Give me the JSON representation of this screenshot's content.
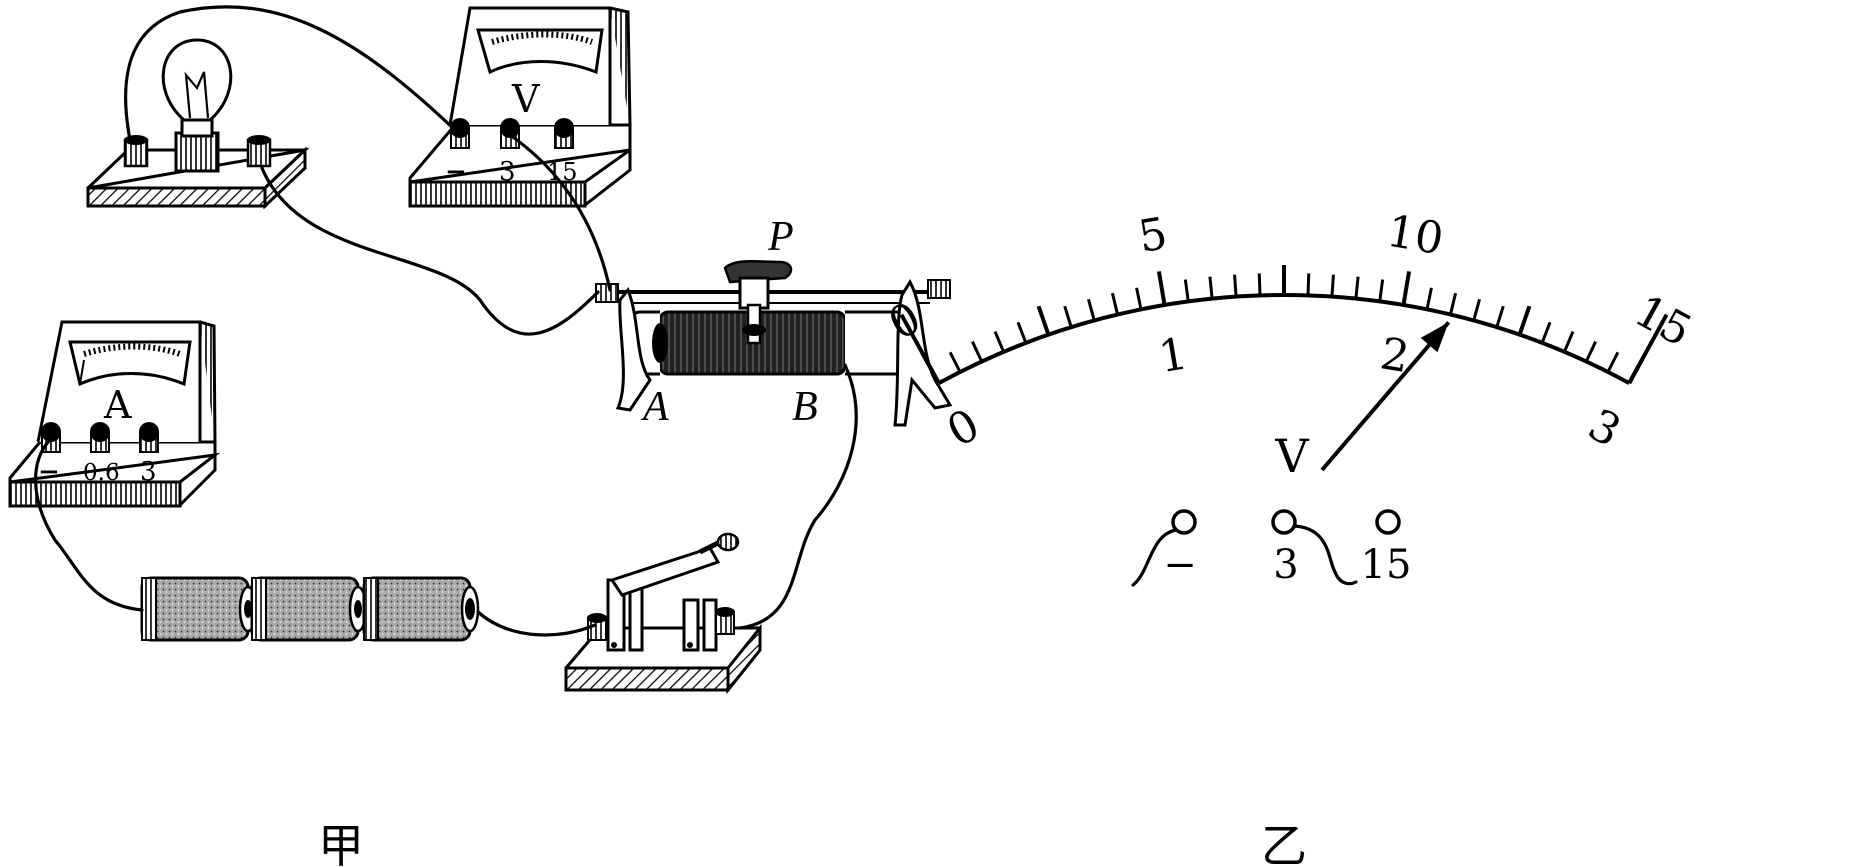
{
  "figure_jia": {
    "caption": "甲",
    "voltmeter": {
      "symbol": "V",
      "terminals": [
        "−",
        "3",
        "15"
      ]
    },
    "ammeter": {
      "symbol": "A",
      "terminals": [
        "−",
        "0.6",
        "3"
      ]
    },
    "rheostat": {
      "slider_label": "P",
      "end_a_label": "A",
      "end_b_label": "B"
    }
  },
  "figure_yi": {
    "caption": "乙",
    "meter_symbol": "V",
    "outer_scale_labels": [
      "0",
      "5",
      "10",
      "15"
    ],
    "inner_scale_labels": [
      "0",
      "1",
      "2",
      "3"
    ],
    "terminals": [
      "−",
      "3",
      "15"
    ],
    "scale_max_inner": 3,
    "minor_divisions": 30,
    "needle_reading": 2.2
  }
}
